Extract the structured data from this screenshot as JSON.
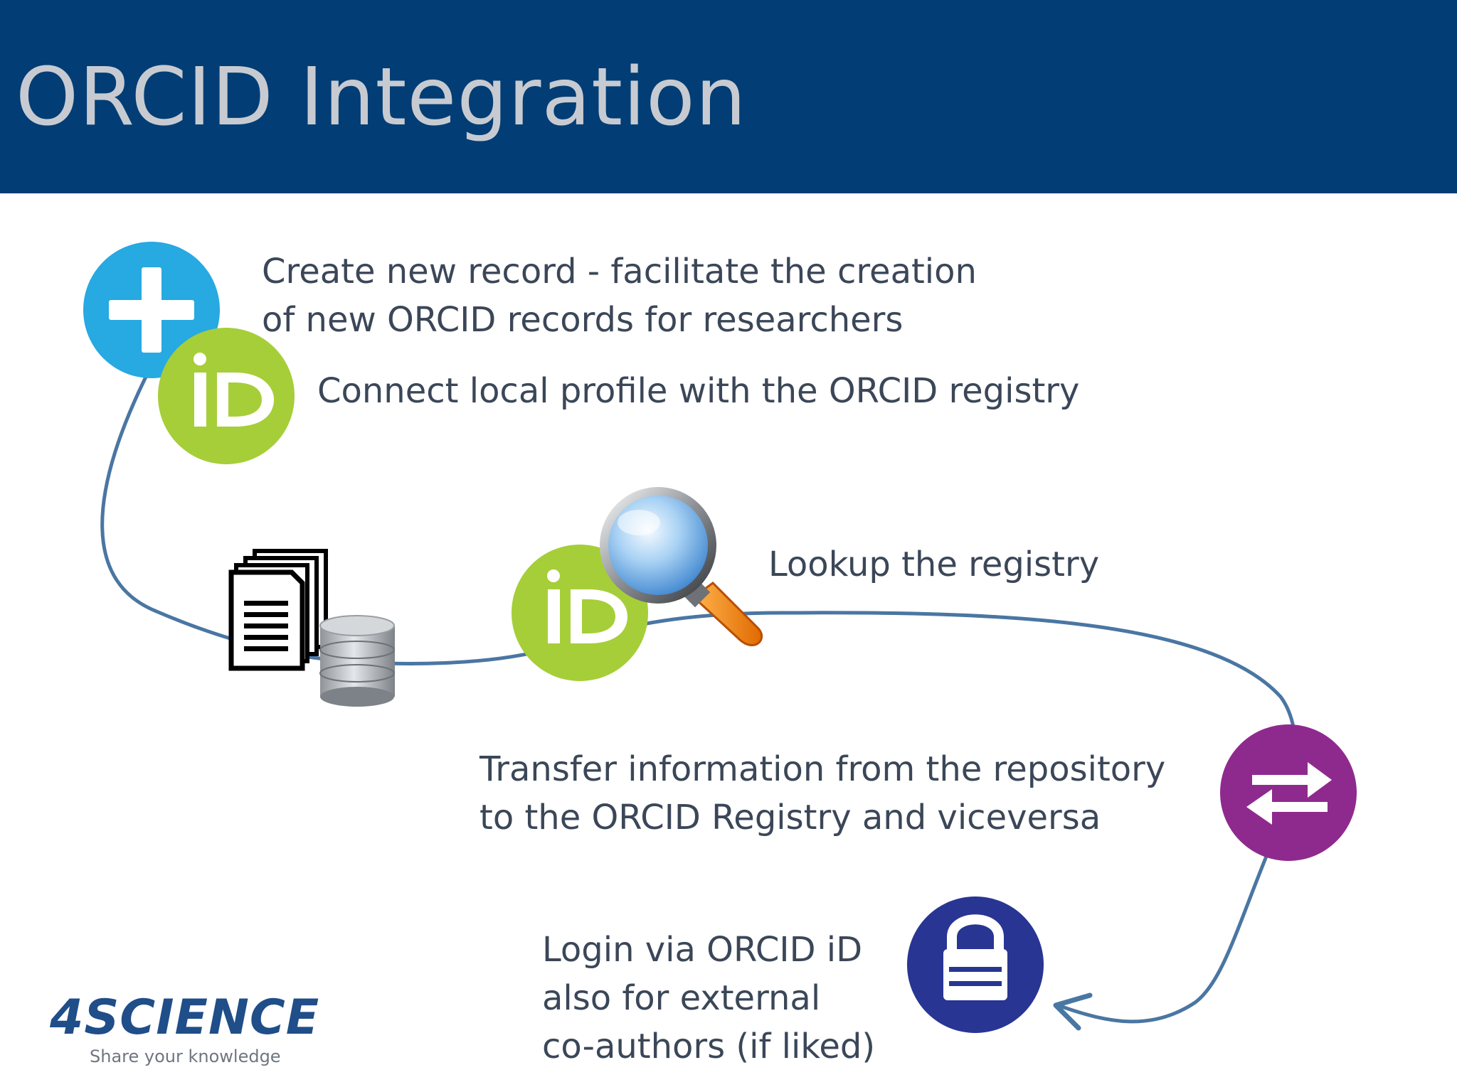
{
  "slide": {
    "title": "ORCID Integration"
  },
  "steps": {
    "create": {
      "line1": "Create new record - facilitate the creation",
      "line2": "of new ORCID records for researchers"
    },
    "connect": {
      "line1": "Connect local profile with the ORCID registry"
    },
    "lookup": {
      "line1": "Lookup the registry"
    },
    "transfer": {
      "line1": "Transfer information from the repository",
      "line2": "to the ORCID Registry and viceversa"
    },
    "login": {
      "line1": "Login via ORCID iD",
      "line2": "also for external",
      "line3": "co-authors (if liked)"
    }
  },
  "icons": {
    "plus": "plus-icon",
    "orcid": "orcid-id-icon",
    "documents": "documents-icon",
    "database": "database-icon",
    "magnifier": "magnifier-icon",
    "exchange": "exchange-arrows-icon",
    "lock": "lock-icon"
  },
  "logo": {
    "word": "4SCIENCE",
    "tagline": "Share your knowledge"
  },
  "colors": {
    "header": "#023d75",
    "title": "#c7cbd1",
    "text": "#3b4758",
    "path": "#4a76a2",
    "plus": "#27a9e1",
    "orcid": "#a6ce39",
    "exchange": "#8e2a8e",
    "lock": "#283593",
    "logo": "#1f4e89"
  }
}
